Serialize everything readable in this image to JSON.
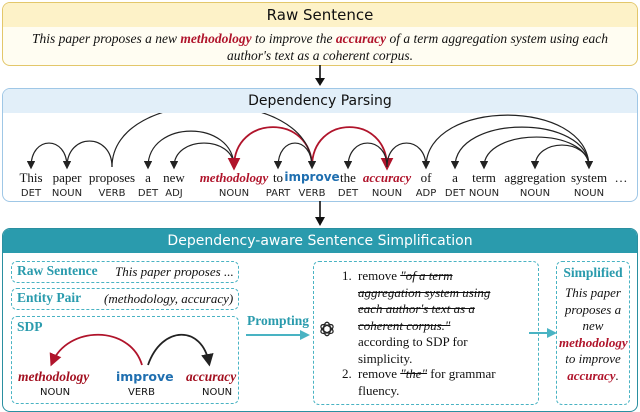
{
  "raw": {
    "header": "Raw Sentence",
    "sentence_part1": "This paper proposes a new ",
    "kw1": "methodology",
    "sentence_part2": " to improve the ",
    "kw2": "accuracy",
    "sentence_part3": " of a term aggregation system using each author's text as a coherent corpus."
  },
  "dependency": {
    "header": "Dependency Parsing",
    "tokens": [
      {
        "word": "This",
        "pos": "DET",
        "style": "normal"
      },
      {
        "word": "paper",
        "pos": "NOUN",
        "style": "normal"
      },
      {
        "word": "proposes",
        "pos": "VERB",
        "style": "normal"
      },
      {
        "word": "a",
        "pos": "DET",
        "style": "normal"
      },
      {
        "word": "new",
        "pos": "ADJ",
        "style": "normal"
      },
      {
        "word": "methodology",
        "pos": "NOUN",
        "style": "entity"
      },
      {
        "word": "to",
        "pos": "PART",
        "style": "normal"
      },
      {
        "word": "improve",
        "pos": "VERB",
        "style": "root"
      },
      {
        "word": "the",
        "pos": "DET",
        "style": "normal"
      },
      {
        "word": "accuracy",
        "pos": "NOUN",
        "style": "entity"
      },
      {
        "word": "of",
        "pos": "ADP",
        "style": "normal"
      },
      {
        "word": "a",
        "pos": "DET",
        "style": "normal"
      },
      {
        "word": "term",
        "pos": "NOUN",
        "style": "normal"
      },
      {
        "word": "aggregation",
        "pos": "NOUN",
        "style": "normal"
      },
      {
        "word": "system",
        "pos": "NOUN",
        "style": "normal"
      },
      {
        "word": "…",
        "pos": "",
        "style": "normal"
      }
    ]
  },
  "simplification": {
    "header": "Dependency-aware Sentence Simplification",
    "raw_label": "Raw Sentence",
    "raw_value": "This paper proposes ...",
    "entity_label": "Entity Pair",
    "entity_value": "(methodology, accuracy)",
    "sdp_label": "SDP",
    "sdp_words": [
      {
        "word": "methodology",
        "pos": "NOUN"
      },
      {
        "word": "improve",
        "pos": "VERB"
      },
      {
        "word": "accuracy",
        "pos": "NOUN"
      }
    ],
    "prompting_label": "Prompting",
    "step1_num": "1.",
    "step1_pre": "remove ",
    "step1_quote": "\"of a term aggregation system using each author's text as a coherent corpus.\"",
    "step1_post": " according to SDP for simplicity.",
    "step2_num": "2.",
    "step2_pre": "remove ",
    "step2_quote": "\"the\"",
    "step2_post": " for grammar fluency.",
    "simplified_label": "Simplified",
    "simplified_part1": "This paper proposes a new ",
    "simplified_kw1": "methodology",
    "simplified_part2": " to improve ",
    "simplified_kw2": "accuracy",
    "simplified_part3": "."
  },
  "colors": {
    "entity": "#b0142b",
    "root": "#1f6fb0",
    "accent_teal": "#2a9bad",
    "raw_border": "#e3c76a",
    "dep_border": "#9fc7e6"
  },
  "icons": {
    "down_arrow": "down-arrow-icon",
    "right_arrow": "right-arrow-icon",
    "openai": "openai-logo-icon"
  }
}
